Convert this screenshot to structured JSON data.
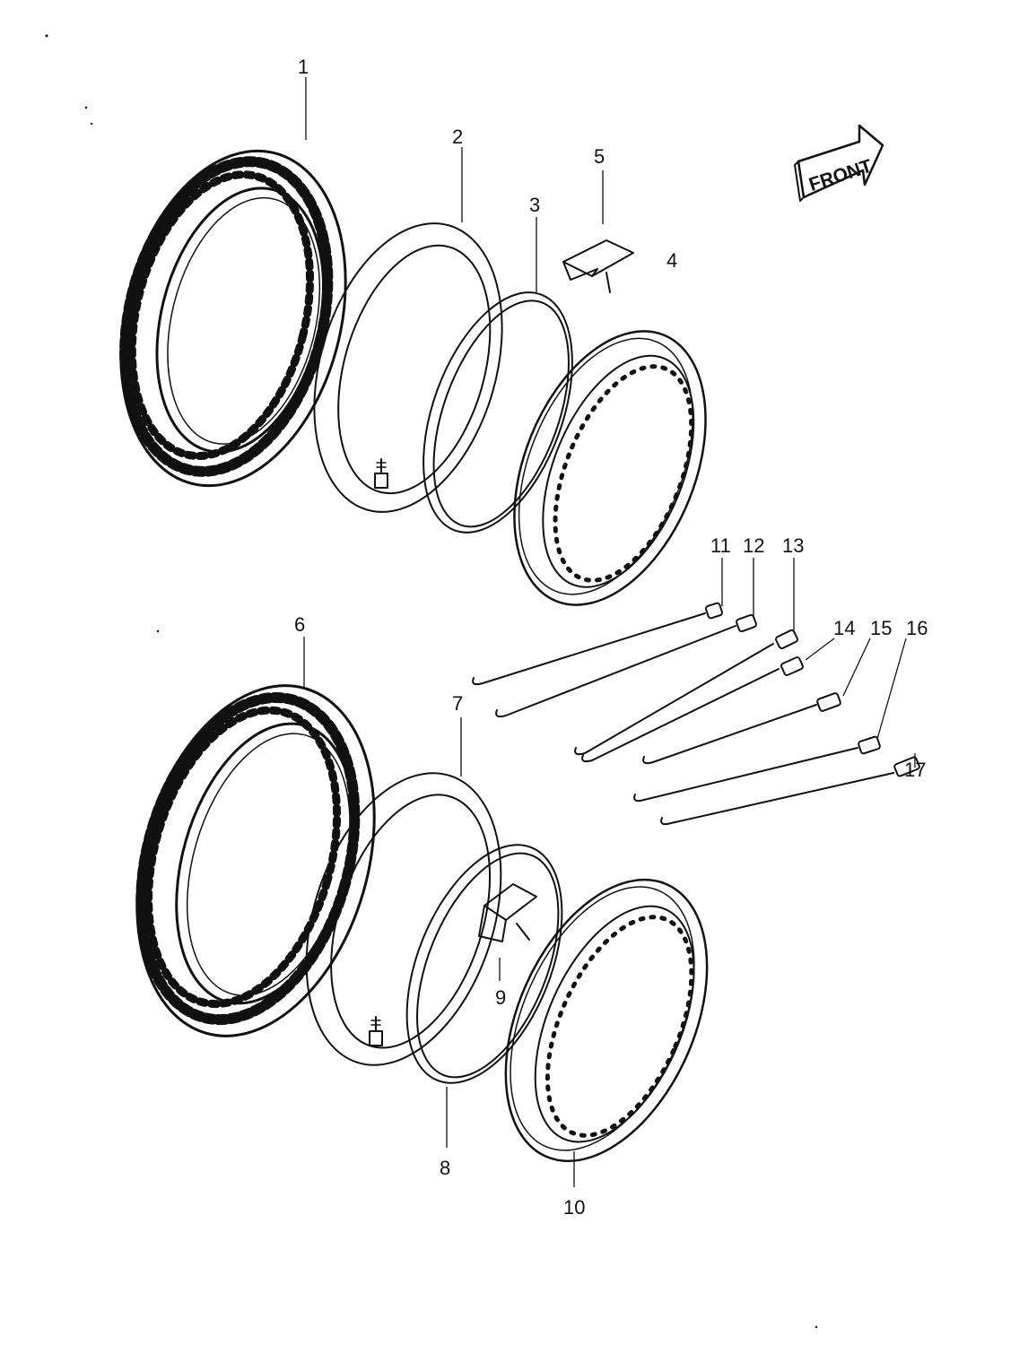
{
  "callouts": {
    "c1": "1",
    "c2": "2",
    "c3": "3",
    "c4": "4",
    "c5": "5",
    "c6": "6",
    "c7": "7",
    "c8": "8",
    "c9": "9",
    "c10": "10",
    "c11": "11",
    "c12": "12",
    "c13": "13",
    "c14": "14",
    "c15": "15",
    "c16": "16",
    "c17": "17"
  },
  "direction_badge": {
    "label": "FRONT"
  },
  "colors": {
    "ink": "#111111",
    "paper": "#ffffff"
  },
  "icons": {
    "direction": "arrow-right-icon"
  }
}
